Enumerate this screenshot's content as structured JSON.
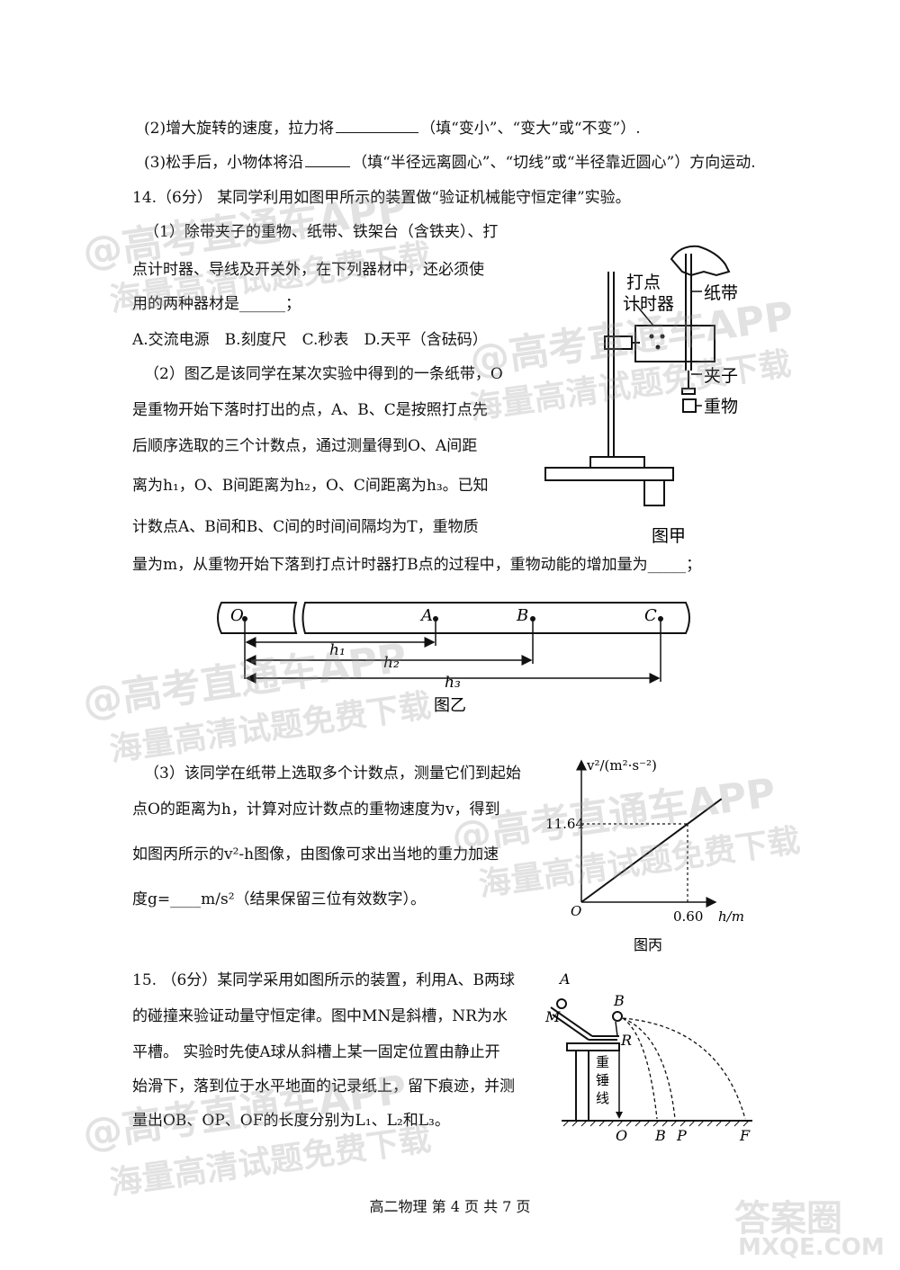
{
  "q13": {
    "p2_a": "(2)增大旋转的速度，拉力将",
    "p2_b": "（填“变小”、“变大”或“不变”）.",
    "p3_a": "(3)松手后，小物体将沿",
    "p3_b": "（填“半径远离圆心”、“切线”或“半径靠近圆心”）方向运动."
  },
  "q14": {
    "title": "14.（6分） 某同学利用如图甲所示的装置做“验证机械能守恒定律”实验。",
    "p1_l1": "（1）除带夹子的重物、纸带、铁架台（含铁夹）、打",
    "p1_l2": "点计时器、导线及开关外，在下列器材中，还必须使",
    "p1_l3": "用的两种器材是______；",
    "options": "A.交流电源　B.刻度尺　C.秒表　D.天平（含砝码）",
    "p2_l1": "（2）图乙是该同学在某次实验中得到的一条纸带，O",
    "p2_l2": "是重物开始下落时打出的点，A、B、C是按照打点先",
    "p2_l3": "后顺序选取的三个计数点，通过测量得到O、A间距",
    "p2_l4": "离为h₁，O、B间距离为h₂，O、C间距离为h₃。已知",
    "p2_l5": "计数点A、B间和B、C间的时间间隔均为T，重物质",
    "p2_l6": "量为m，从重物开始下落到打点计时器打B点的过程中，重物动能的增加量为_____；",
    "p3_l1": "（3）该同学在纸带上选取多个计数点，测量它们到起始",
    "p3_l2": "点O的距离为h，计算对应计数点的重物速度为v，得到",
    "p3_l3": "如图丙所示的v²-h图像，由图像可求出当地的重力加速",
    "p3_l4": "度g=____m/s²（结果保留三位有效数字）。"
  },
  "fig_jia": {
    "label_timer_1": "打点",
    "label_timer_2": "计时器",
    "label_tape": "纸带",
    "label_clip": "夹子",
    "label_weight": "重物",
    "caption": "图甲"
  },
  "fig_yi": {
    "pt_O": "O",
    "pt_A": "A",
    "pt_B": "B",
    "pt_C": "C",
    "h1": "h₁",
    "h2": "h₂",
    "h3": "h₃",
    "caption": "图乙"
  },
  "fig_bing": {
    "ylabel": "v²/(m²·s⁻²)",
    "xlabel": "h/m",
    "origin": "O",
    "y_tick": "11.64",
    "x_tick": "0.60",
    "caption": "图丙",
    "chart_data": {
      "type": "line",
      "x": [
        0,
        0.6
      ],
      "y": [
        0,
        11.64
      ],
      "xlabel": "h/m",
      "ylabel": "v²/(m²·s⁻²)"
    }
  },
  "q15": {
    "l1": "15. （6分）某同学采用如图所示的装置，利用A、B两球",
    "l2": "的碰撞来验证动量守恒定律。图中MN是斜槽，NR为水",
    "l3": "平槽。 实验时先使A球从斜槽上某一固定位置由静止开",
    "l4": "始滑下，落到位于水平地面的记录纸上，留下痕迹，并测",
    "l5": "量出OB、OP、OF的长度分别为L₁、L₂和L₃。"
  },
  "fig_q15": {
    "A": "A",
    "B": "B",
    "M": "M",
    "R": "R",
    "plumb_1": "重",
    "plumb_2": "锤",
    "plumb_3": "线",
    "O": "O",
    "Bp": "B",
    "P": "P",
    "F": "F"
  },
  "footer": "高二物理 第 4 页 共 7 页",
  "watermarks": {
    "w1a": "@高考直通车APP",
    "w1b": "海量高清试题免费下载",
    "w2a": "@高考直通车APP",
    "w2b": "海量高清试题免费下载",
    "w3a": "@高考直通车APP",
    "w3b": "海量高清试题免费下载",
    "w4a": "@高考直通车APP",
    "w4b": "海量高清试题免费下载",
    "w5a": "@高考直通车APP",
    "w5b": "海量高清试题免费下载",
    "corner_1": "答案圈",
    "corner_2": "MXQE.COM"
  }
}
